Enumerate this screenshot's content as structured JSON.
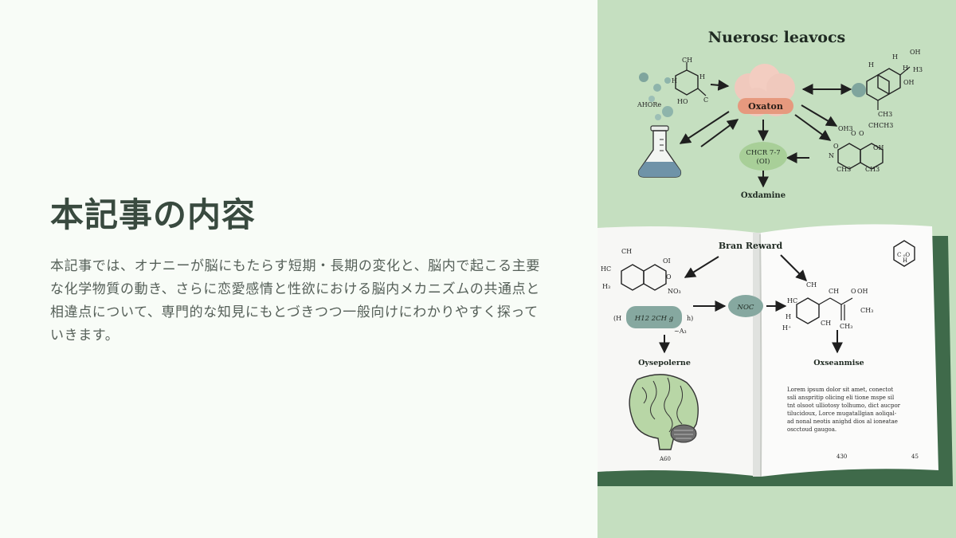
{
  "slide": {
    "title": "本記事の内容",
    "body": "本記事では、オナニーが脳にもたらす短期・長期の変化と、脳内で起こる主要な化学物質の動き、さらに恋愛感情と性欲における脳内メカニズムの共通点と相違点について、専門的な知見にもとづきつつ一般向けにわかりやすく探っていきます。"
  },
  "illustration": {
    "diagram_title": "Nuerosc leavocs",
    "center_label": "Oxaton",
    "middle_label_line1": "CHCR 7-7",
    "middle_label_line2": "(OI)",
    "bottom_label": "Oxdamine",
    "left_molecule_label": "AHORe",
    "book_heading": "Bran Reward",
    "left_pill_label": "H12 2CH g",
    "center_pill_label": "NOC",
    "left_page_caption": "Oysepolerne",
    "right_page_caption": "Oxseanmise",
    "lorem_lines": [
      "Lorem ipsum dolor sit amet, conectot",
      "ssli anspritip olicing eli tione mspe sil",
      "tnt olsoot ulliotosy tolhumo, dict aucpor",
      "tilucidoux, Lorce mugatallgian aoliqal-",
      "ad nonal neotis anighd dios al ioneatae",
      "oscctoud gaugoa."
    ],
    "page_numbers": [
      "A60",
      "430",
      "45"
    ],
    "colors": {
      "panel": "#c5dfc0",
      "accent_green": "#a8cf98",
      "accent_salmon": "#e6997e",
      "accent_teal": "#86a8a0"
    }
  }
}
